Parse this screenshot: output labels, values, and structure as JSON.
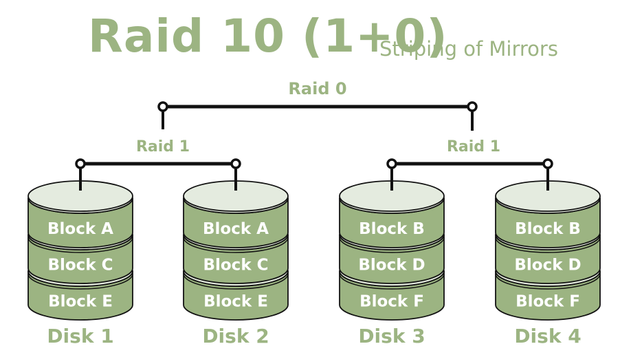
{
  "title": "Raid 10 (1+0)",
  "subtitle": "Striping of Mirrors",
  "colors": {
    "accent_text": "#9cb482",
    "disk_body": "#9cb482",
    "disk_top": "#e4ebdf",
    "outline": "#111111",
    "block_text": "#ffffff"
  },
  "raid0": {
    "label": "Raid 0"
  },
  "raid1_groups": [
    {
      "label": "Raid 1",
      "disks": [
        0,
        1
      ]
    },
    {
      "label": "Raid 1",
      "disks": [
        2,
        3
      ]
    }
  ],
  "disks": [
    {
      "label": "Disk 1",
      "blocks": [
        "Block A",
        "Block C",
        "Block E"
      ]
    },
    {
      "label": "Disk 2",
      "blocks": [
        "Block A",
        "Block C",
        "Block E"
      ]
    },
    {
      "label": "Disk 3",
      "blocks": [
        "Block B",
        "Block D",
        "Block F"
      ]
    },
    {
      "label": "Disk 4",
      "blocks": [
        "Block B",
        "Block D",
        "Block F"
      ]
    }
  ]
}
